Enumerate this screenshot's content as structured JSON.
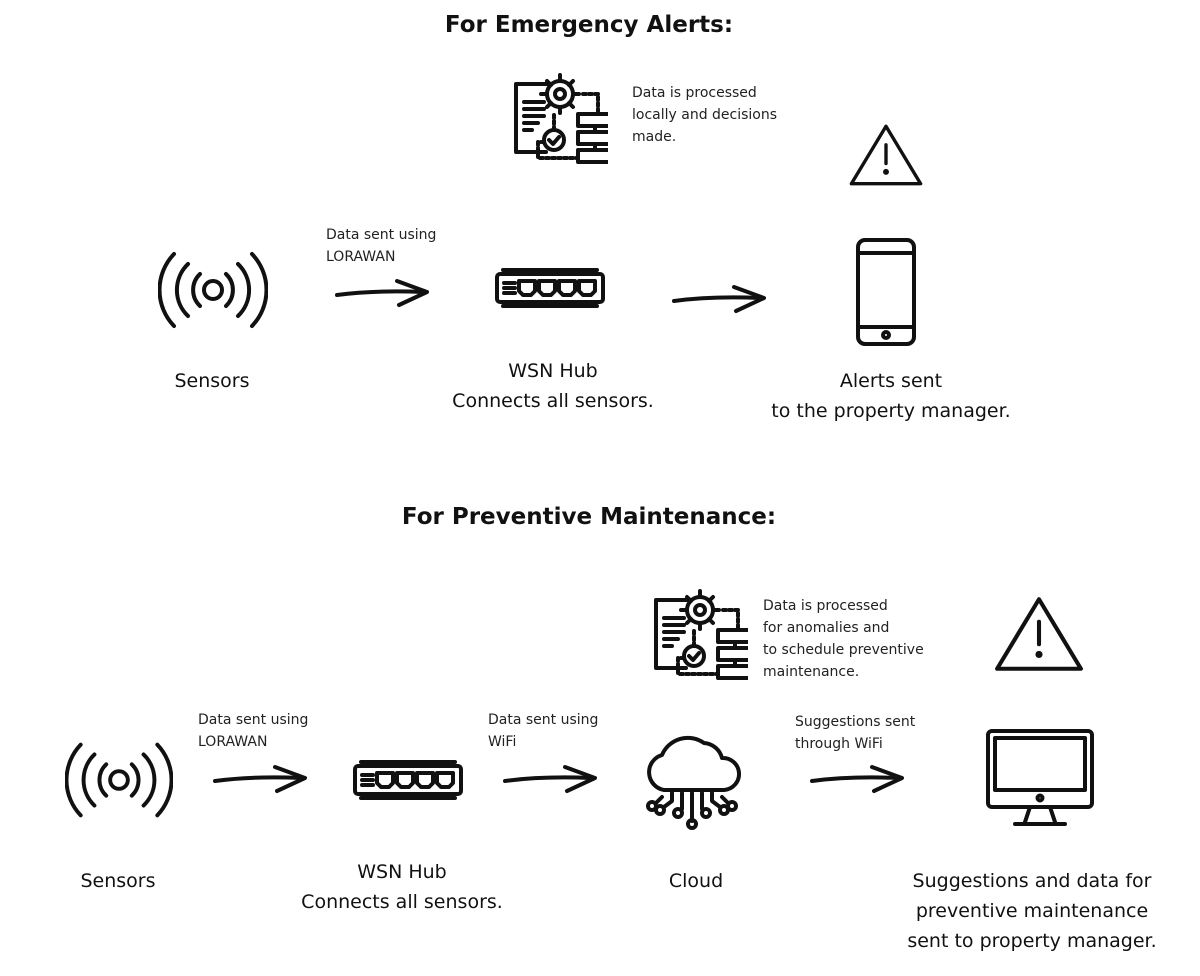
{
  "emergency": {
    "title": "For Emergency Alerts:",
    "process_note": [
      "Data is processed",
      "locally and decisions",
      "made."
    ],
    "link1_note": [
      "Data sent using",
      "LORAWAN"
    ],
    "sensors_label": "Sensors",
    "hub_label": [
      "WSN Hub",
      "Connects all sensors."
    ],
    "phone_label": [
      "Alerts sent",
      "to the property manager."
    ]
  },
  "preventive": {
    "title": "For Preventive Maintenance:",
    "process_note": [
      "Data is processed",
      "for anomalies and",
      "to schedule preventive",
      "maintenance."
    ],
    "link1_note": [
      "Data sent using",
      "LORAWAN"
    ],
    "link2_note": [
      "Data sent using",
      "WiFi"
    ],
    "link3_note": [
      "Suggestions sent",
      "through WiFi"
    ],
    "sensors_label": "Sensors",
    "hub_label": [
      "WSN Hub",
      "Connects all sensors."
    ],
    "cloud_label": "Cloud",
    "monitor_label": [
      "Suggestions and data for",
      "preventive maintenance",
      "sent to property manager."
    ]
  }
}
